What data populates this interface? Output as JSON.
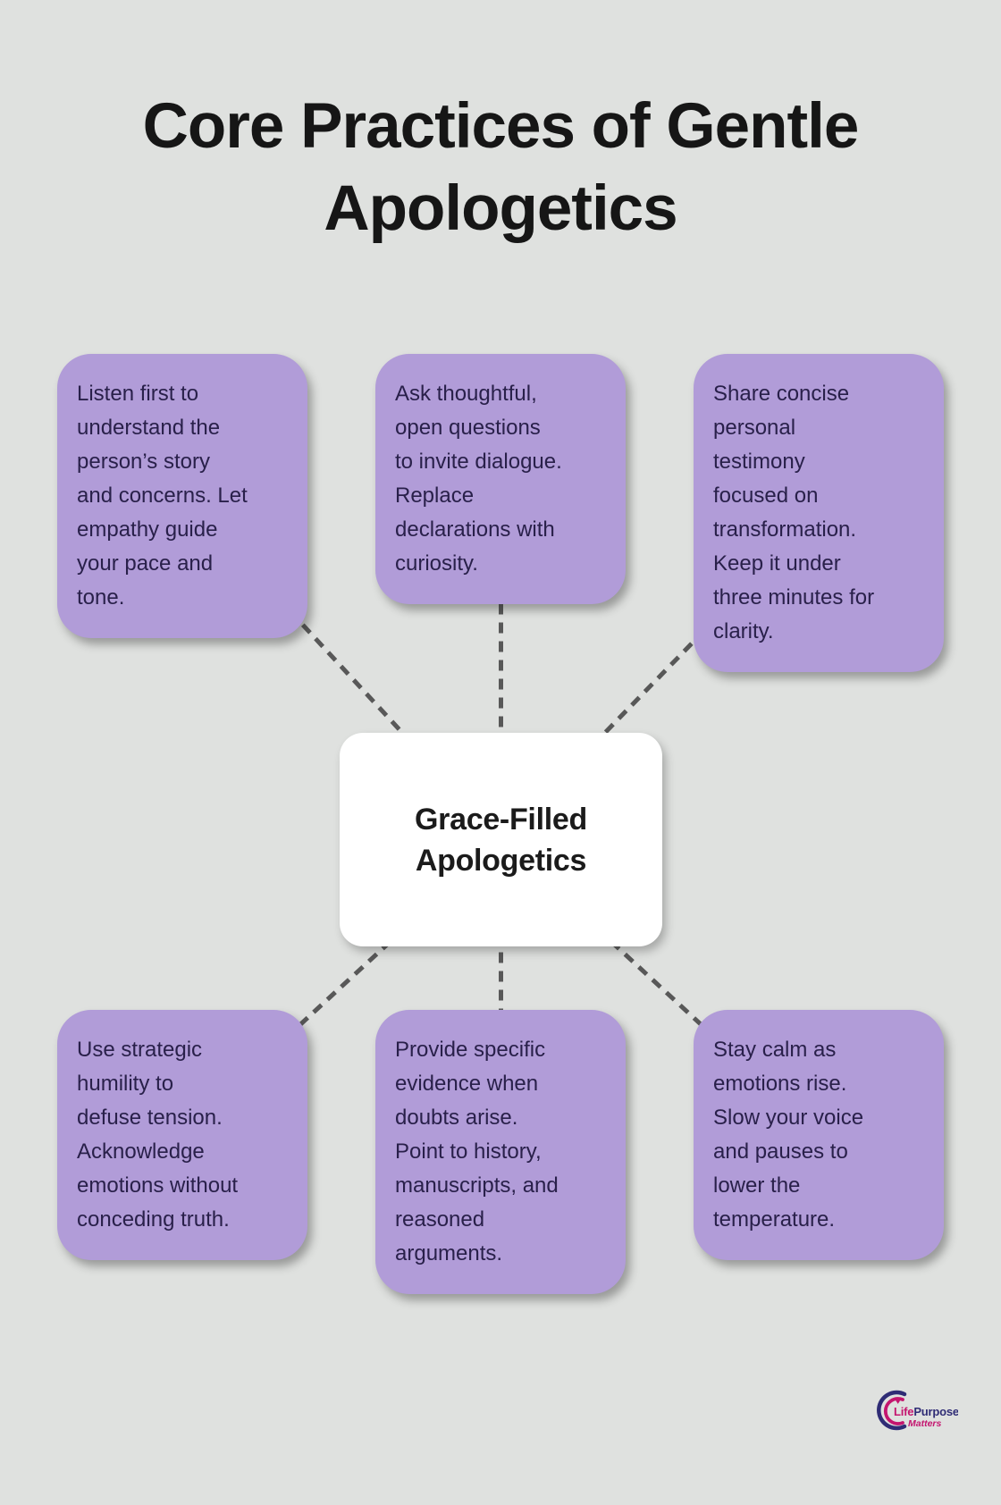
{
  "title": "Core Practices of Gentle\nApologetics",
  "center": {
    "label": "Grace-Filled\nApologetics"
  },
  "practices": [
    {
      "id": "listen",
      "text": "Listen first to\nunderstand the\nperson’s story\nand concerns. Let\nempathy guide\nyour pace and\ntone."
    },
    {
      "id": "questions",
      "text": "Ask thoughtful,\nopen questions\nto invite dialogue.\nReplace\ndeclarations with\ncuriosity."
    },
    {
      "id": "testimony",
      "text": "Share concise\npersonal\ntestimony\nfocused on\ntransformation.\nKeep it under\nthree minutes for\nclarity."
    },
    {
      "id": "humility",
      "text": "Use strategic\nhumility to\ndefuse tension.\nAcknowledge\nemotions without\nconceding truth."
    },
    {
      "id": "evidence",
      "text": "Provide specific\nevidence when\ndoubts arise.\nPoint to history,\nmanuscripts, and\nreasoned\narguments."
    },
    {
      "id": "calm",
      "text": "Stay calm as\nemotions rise.\nSlow your voice\nand pauses to\nlower the\ntemperature."
    }
  ],
  "logo": {
    "life": "Life",
    "purpose": "Purpose",
    "matters": "Matters",
    "heart": "♥"
  },
  "colors": {
    "background": "#dfe1df",
    "card_fill": "#b19cd8",
    "card_text": "#29204a",
    "center_fill": "#ffffff",
    "center_text": "#1b1b1b",
    "connector": "#585858",
    "title": "#161616",
    "logo_navy": "#2f2c75",
    "logo_pink": "#c4156f"
  }
}
